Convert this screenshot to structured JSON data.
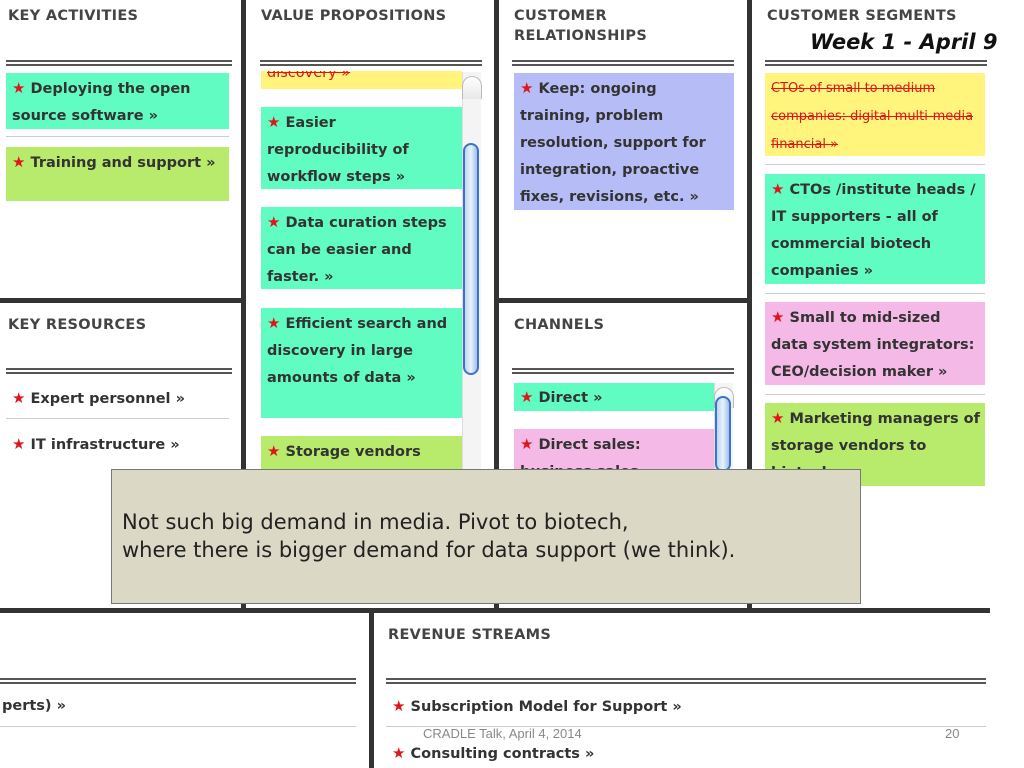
{
  "headers": {
    "key_activities": "KEY ACTIVITIES",
    "value_propositions": "VALUE PROPOSITIONS",
    "customer_relationships_1": "CUSTOMER",
    "customer_relationships_2": "RELATIONSHIPS",
    "customer_segments": "CUSTOMER SEGMENTS",
    "key_resources": "KEY RESOURCES",
    "channels": "CHANNELS",
    "revenue_streams": "REVENUE STREAMS"
  },
  "week_label": "Week 1 - April 9",
  "key_activities": {
    "item1": "Deploying the open source software »",
    "item2": "Training and support »"
  },
  "value_propositions": {
    "item0": "discovery »",
    "item1": "Easier reproducibility of workflow steps »",
    "item2": "Data curation steps can be easier and faster. »",
    "item3": "Efficient search and discovery in large amounts of data »",
    "item4": "Storage vendors"
  },
  "customer_relationships": {
    "item1": "Keep: ongoing training, problem resolution, support for integration, proactive fixes, revisions, etc. »"
  },
  "customer_segments": {
    "item1": "CTOs of small to medium companies: digital multi-media financial »",
    "item2": "CTOs /institute heads / IT supporters - all of commercial biotech companies »",
    "item3": "Small to mid-sized data system integrators: CEO/decision maker »",
    "item4": "Marketing managers of storage vendors to biotech"
  },
  "key_resources": {
    "item1": "Expert personnel »",
    "item2": "IT infrastructure »"
  },
  "channels": {
    "item1": "Direct »",
    "item2": "Direct sales: business sales"
  },
  "cost_structure": {
    "item1": "perts) »"
  },
  "revenue_streams": {
    "item1": "Subscription Model for Support »",
    "item2": "Consulting contracts »"
  },
  "note": {
    "line1": "Not such big demand in media. Pivot to biotech,",
    "line2": "where there is bigger demand for data support (we think)."
  },
  "footer": {
    "left": "CRADLE Talk, April 4, 2014",
    "page": "20"
  },
  "colors": {
    "green": "#60fcc2",
    "lime": "#b8ea6c",
    "purple": "#b6bcf5",
    "yellow": "#fff57c",
    "pink": "#f4b9e6",
    "star": "#e0151b",
    "note_bg": "#dcd8c6"
  },
  "icons": [
    "star-icon",
    "scrollbar"
  ]
}
